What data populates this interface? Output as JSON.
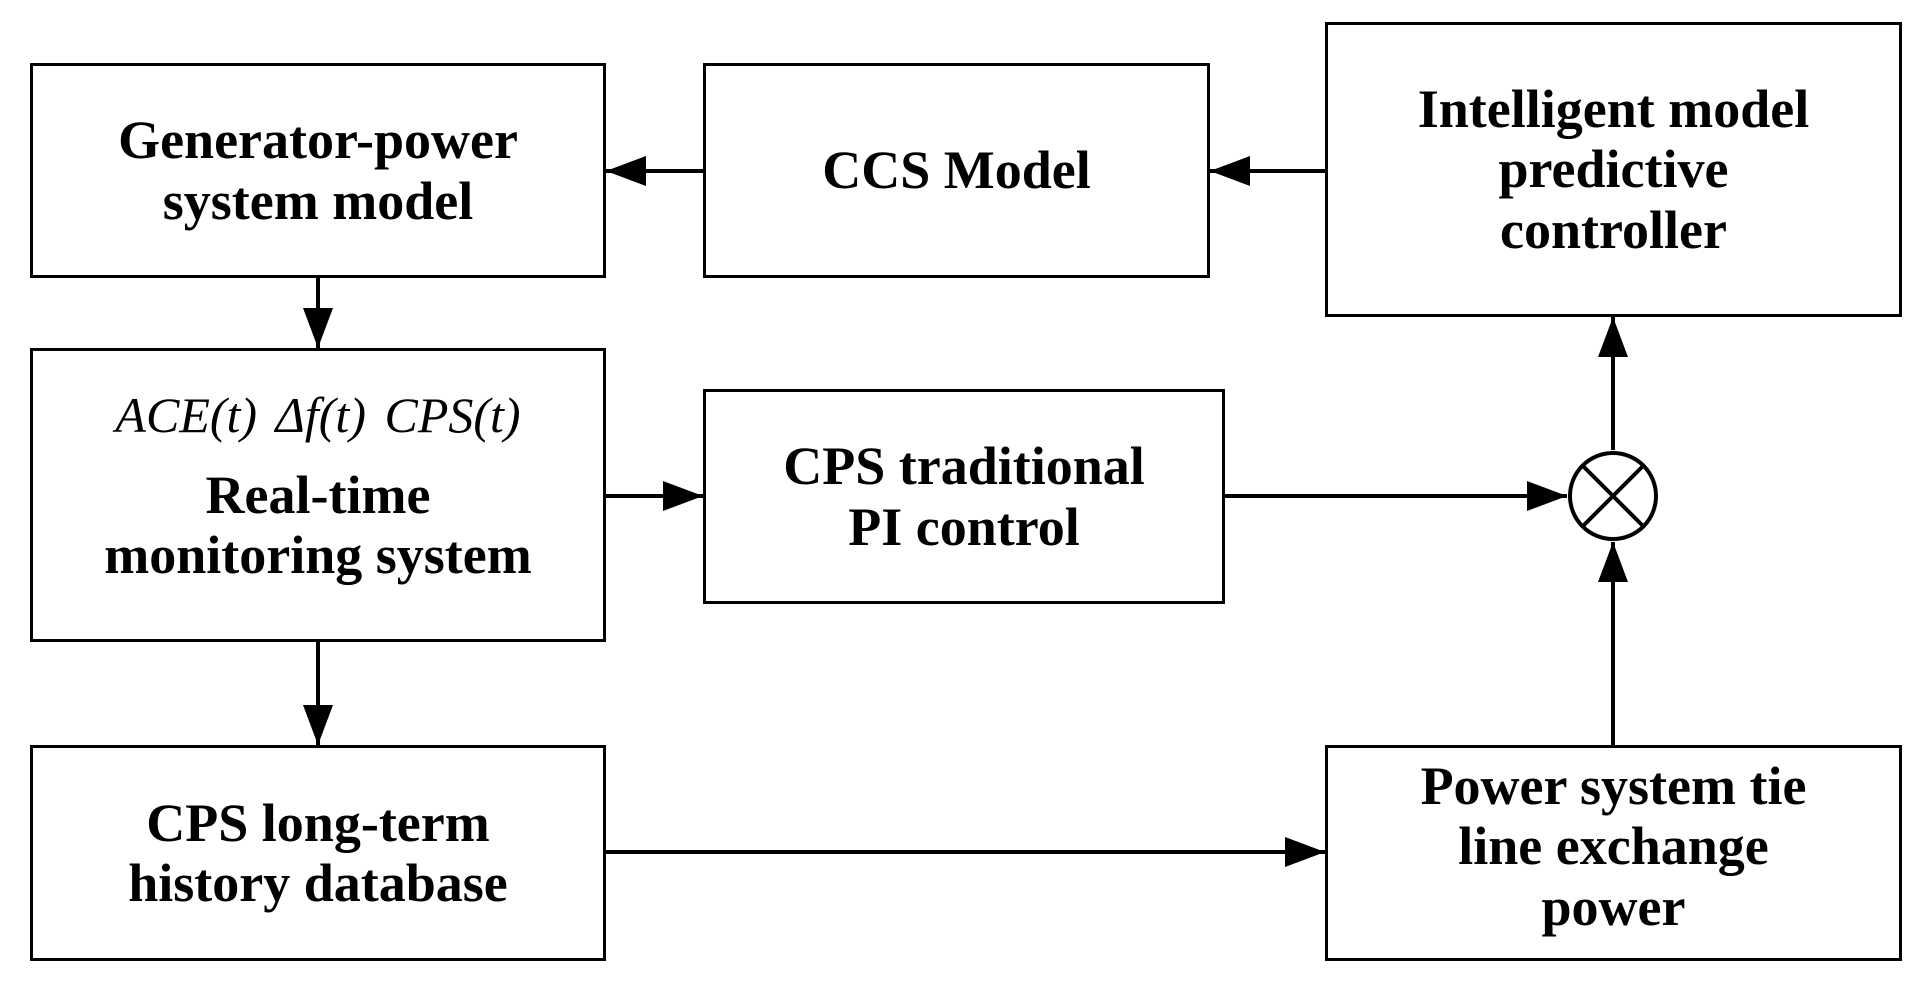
{
  "blocks": {
    "generator_power_system": [
      "Generator-power",
      "system model"
    ],
    "ccs_model": [
      "CCS Model"
    ],
    "intelligent_mpc": [
      "Intelligent model",
      "predictive",
      "controller"
    ],
    "realtime_monitoring": {
      "formula": "ACE(t) Δf(t)  CPS(t)",
      "label": [
        "Real-time",
        "monitoring system"
      ]
    },
    "cps_pi_control": [
      "CPS traditional",
      "PI control"
    ],
    "cps_history_database": [
      "CPS long-term",
      "history database"
    ],
    "tie_line_power": [
      "Power system tie",
      "line exchange",
      "power"
    ]
  },
  "connections": [
    {
      "from": "ccs_model",
      "to": "generator_power_system"
    },
    {
      "from": "intelligent_mpc",
      "to": "ccs_model"
    },
    {
      "from": "generator_power_system",
      "to": "realtime_monitoring"
    },
    {
      "from": "realtime_monitoring",
      "to": "cps_pi_control"
    },
    {
      "from": "realtime_monitoring",
      "to": "cps_history_database"
    },
    {
      "from": "cps_pi_control",
      "to": "summing_junction"
    },
    {
      "from": "cps_history_database",
      "to": "tie_line_power"
    },
    {
      "from": "tie_line_power",
      "to": "summing_junction"
    },
    {
      "from": "summing_junction",
      "to": "intelligent_mpc"
    }
  ],
  "colors": {
    "stroke": "#000000",
    "background": "#ffffff"
  }
}
